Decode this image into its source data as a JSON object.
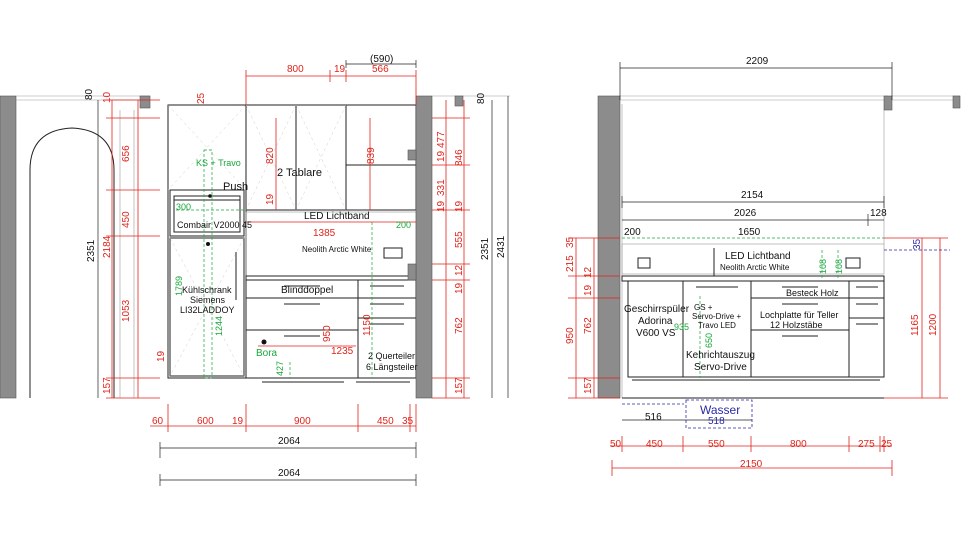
{
  "left_elevation": {
    "top_dims": {
      "d800": "800",
      "d19": "19",
      "d566": "566",
      "d590": "(590)"
    },
    "bottom_dims": {
      "d60": "60",
      "d600": "600",
      "d19": "19",
      "d900": "900",
      "d450": "450",
      "d35": "35",
      "total1": "2064",
      "total2": "2064"
    },
    "left_dims": {
      "d80": "80",
      "d10": "10",
      "d25": "25",
      "d656": "656",
      "d450": "450",
      "d2184": "2184",
      "d1053": "1053",
      "d157": "157",
      "d2351": "2351",
      "d1789": "1789",
      "d1244": "1244"
    },
    "right_dims": {
      "d80": "80",
      "d477": "477",
      "d846": "846",
      "d331": "331",
      "d19a": "19",
      "d19b": "19",
      "d19c": "19",
      "d555": "555",
      "d12": "12",
      "d19d": "19",
      "d762": "762",
      "d157": "157",
      "d2351": "2351",
      "d2431": "2431"
    },
    "inner_dims": {
      "d820": "820",
      "d839": "839",
      "d19": "19",
      "d1385": "1385",
      "d200": "200",
      "d1150": "1150",
      "d950": "950",
      "d1235": "1235",
      "d427": "427",
      "d300": "300",
      "d19b": "19",
      "d19c": "19"
    },
    "labels": {
      "tablare": "2 Tablare",
      "ks_travo": "KS + Travo",
      "push": "Push",
      "combair": "Combair V2000 45",
      "led": "LED Lichtband",
      "neolith": "Neolith Arctic White",
      "fridge1": "Kühlschrank",
      "fridge2": "Siemens",
      "fridge3": "LI32LADDOY",
      "blinddoppel": "Blinddoppel",
      "bora": "Bora",
      "quer1": "2 Querteiler",
      "quer2": "6 Längsteiler"
    }
  },
  "right_elevation": {
    "top_dims": {
      "d2209": "2209",
      "d2154": "2154",
      "d2026": "2026",
      "d128": "128",
      "d200": "200",
      "d1650": "1650"
    },
    "bottom_dims": {
      "d516": "516",
      "d518": "518",
      "d50": "50",
      "d450": "450",
      "d550": "550",
      "d800": "800",
      "d275": "275",
      "d25": "25",
      "total": "2150"
    },
    "left_dims": {
      "d35": "35",
      "d215": "215",
      "d12": "12",
      "d19": "19",
      "d950": "950",
      "d762": "762",
      "d157": "157"
    },
    "right_dims": {
      "d35": "35",
      "d1165": "1165",
      "d1200": "1200",
      "d108a": "108",
      "d108b": "108",
      "d650": "650",
      "d935": "935"
    },
    "labels": {
      "led": "LED Lichtband",
      "neolith": "Neolith Arctic White",
      "dish1": "Geschirrspüler",
      "dish2": "Adorina",
      "dish3": "V600 VS",
      "gs1": "GS +",
      "gs2": "Servo-Drive +",
      "gs3": "Travo LED",
      "besteck": "Besteck Holz",
      "loch1": "Lochplatte für Teller",
      "loch2": "12 Holzstäbe",
      "kehricht1": "Kehrichtauszug",
      "kehricht2": "Servo-Drive",
      "wasser": "Wasser"
    }
  }
}
